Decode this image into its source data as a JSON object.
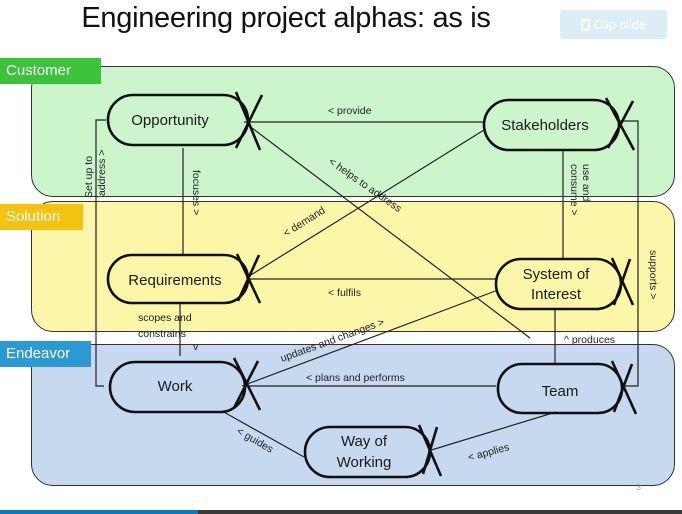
{
  "title": "Engineering project alphas: as is",
  "clip_button": {
    "label": "Clip slide",
    "icon": "clipboard-icon"
  },
  "lanes": [
    {
      "id": "customer",
      "label": "Customer",
      "color": "#3cc33c",
      "bg": "#ccf5cc"
    },
    {
      "id": "solution",
      "label": "Solution",
      "color": "#f5c210",
      "bg": "#fcf7a8"
    },
    {
      "id": "endeavor",
      "label": "Endeavor",
      "color": "#2a99d4",
      "bg": "#c7d9ef"
    }
  ],
  "alphas": [
    {
      "id": "opportunity",
      "lines": [
        "Opportunity"
      ],
      "lane": "customer"
    },
    {
      "id": "stakeholders",
      "lines": [
        "Stakeholders"
      ],
      "lane": "customer"
    },
    {
      "id": "requirements",
      "lines": [
        "Requirements"
      ],
      "lane": "solution"
    },
    {
      "id": "system-of-interest",
      "lines": [
        "System of",
        "Interest"
      ],
      "lane": "solution"
    },
    {
      "id": "work",
      "lines": [
        "Work"
      ],
      "lane": "endeavor"
    },
    {
      "id": "team",
      "lines": [
        "Team"
      ],
      "lane": "endeavor"
    },
    {
      "id": "way-of-working",
      "lines": [
        "Way of",
        "Working"
      ],
      "lane": "endeavor"
    }
  ],
  "relationships": [
    {
      "id": "provide",
      "label": "< provide",
      "from": "stakeholders",
      "to": "opportunity"
    },
    {
      "id": "helps-to-address",
      "label": "< helps to address",
      "from": "team",
      "to": "opportunity"
    },
    {
      "id": "demand",
      "label": "< demand",
      "from": "stakeholders",
      "to": "requirements"
    },
    {
      "id": "focuses",
      "label": "focuses >",
      "from": "opportunity",
      "to": "requirements"
    },
    {
      "id": "set-up-to-address",
      "label_lines": [
        "Set up to",
        "address >"
      ],
      "from": "opportunity",
      "to": "work"
    },
    {
      "id": "use-and-consume",
      "label_lines": [
        "use and",
        "consume >"
      ],
      "from": "stakeholders",
      "to": "system-of-interest"
    },
    {
      "id": "fulfils",
      "label": "< fulfils",
      "from": "system-of-interest",
      "to": "requirements"
    },
    {
      "id": "scopes-and-constrains",
      "label_lines": [
        "scopes and",
        "constrains"
      ],
      "arrow": "v",
      "from": "requirements",
      "to": "work"
    },
    {
      "id": "updates-and-changes",
      "label": "updates and changes >",
      "from": "work",
      "to": "system-of-interest"
    },
    {
      "id": "supports",
      "label": "supports >",
      "from": "stakeholders",
      "to": "team"
    },
    {
      "id": "produces",
      "label": "^ produces",
      "from": "team",
      "to": "system-of-interest"
    },
    {
      "id": "plans-and-performs",
      "label": "< plans and performs",
      "from": "team",
      "to": "work"
    },
    {
      "id": "guides",
      "label": "< guides",
      "from": "way-of-working",
      "to": "work"
    },
    {
      "id": "applies",
      "label": "< applies",
      "from": "team",
      "to": "way-of-working"
    }
  ],
  "page_number": "3",
  "progress": 0.29
}
